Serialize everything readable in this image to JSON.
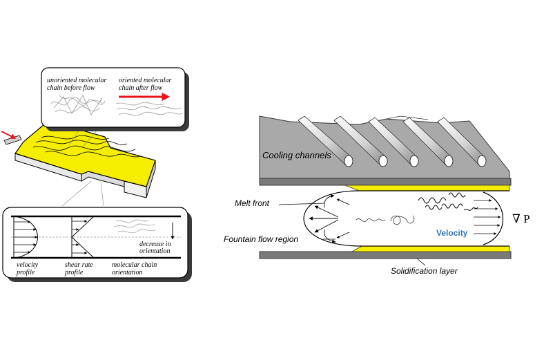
{
  "left_figure": {
    "callout_top": {
      "unoriented_line1": "unoriented molecular",
      "unoriented_line2": "chain before flow",
      "oriented_line1": "oriented molecular",
      "oriented_line2": "chain after flow"
    },
    "callout_bottom": {
      "velocity_line1": "velocity",
      "velocity_line2": "profile",
      "shear_line1": "shear rate",
      "shear_line2": "profile",
      "orientation_line1": "molecular chain",
      "orientation_line2": "orientation",
      "decrease_line1": "decrease in",
      "decrease_line2": "orientation"
    }
  },
  "right_figure": {
    "cooling_channels": "Cooling channels",
    "melt_front": "Melt front",
    "fountain_flow": "Fountain flow region",
    "velocity": "Velocity",
    "pressure_symbol": "∇ P",
    "solidification": "Solidification layer"
  },
  "colors": {
    "yellow": "#f5ee00",
    "red_arrow": "#e8141c",
    "velocity_blue": "#2e74b5",
    "plate_gray": "#7a7a7a",
    "mold_gray": "#a9a9a9"
  }
}
